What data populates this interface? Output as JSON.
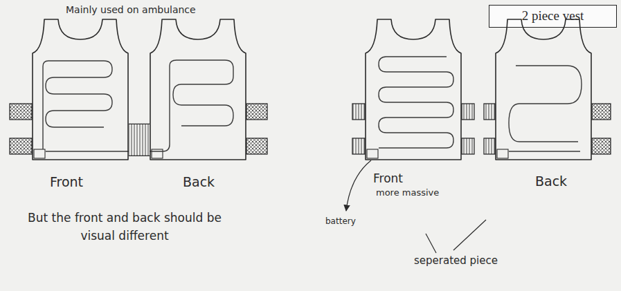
{
  "diagram": {
    "nodes": [
      {
        "text": [
          "Front"
        ]
      },
      {
        "text": [
          "Back"
        ]
      },
      {
        "text": [
          "2 piece vest"
        ]
      },
      {
        "text": [
          "Front",
          "more massive"
        ]
      },
      {
        "text": [
          "Back"
        ]
      }
    ],
    "edges": [
      {
        "from": 0,
        "to": 1,
        "arrow": "none"
      }
    ],
    "labels": [
      "Mainly used on ambulance",
      "But the front and back should be visual different",
      "battery",
      "seperated piece"
    ]
  }
}
